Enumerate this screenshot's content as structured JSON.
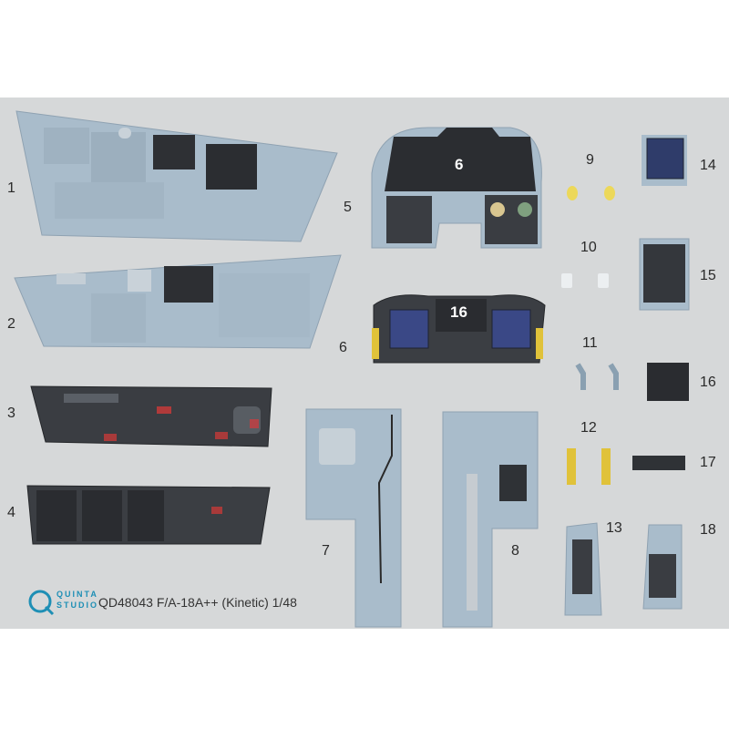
{
  "caption": "QD48043 F/A-18A++ (Kinetic) 1/48",
  "brand": {
    "line1": "QUINTA",
    "line2": "STUDIO"
  },
  "numbers": {
    "n1": "1",
    "n2": "2",
    "n3": "3",
    "n4": "4",
    "n5": "5",
    "n6": "6",
    "n7": "7",
    "n8": "8",
    "n9": "9",
    "n10": "10",
    "n11": "11",
    "n12": "12",
    "n13": "13",
    "n14": "14",
    "n15": "15",
    "n16": "16",
    "n17": "17",
    "n18": "18"
  },
  "part_labels": {
    "p6": "6",
    "p16": "16"
  },
  "colors": {
    "sheet": "#d6d8d9",
    "panel_blue": "#a9bccb",
    "panel_dark": "#2c2f33",
    "screen": "#3b4a8a",
    "brand": "#1e8fb5",
    "yellow": "#e6c832"
  }
}
